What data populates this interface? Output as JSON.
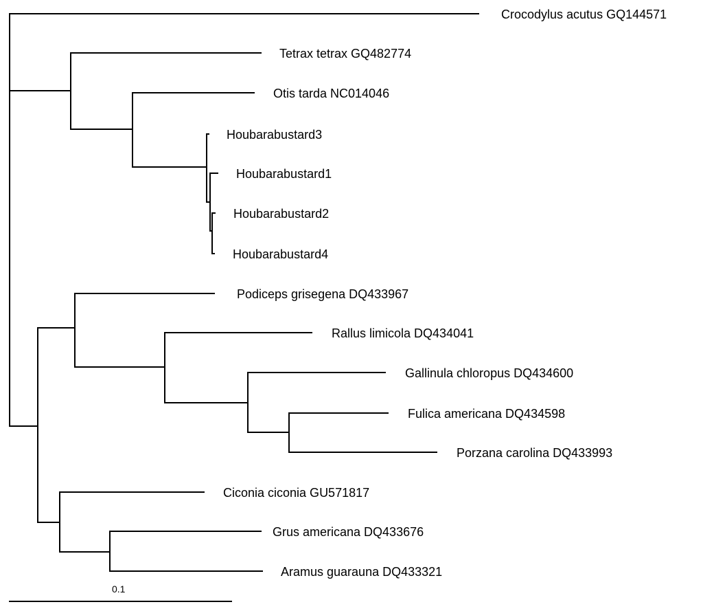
{
  "tree": {
    "taxa": [
      "Crocodylus acutus GQ144571",
      "Tetrax tetrax GQ482774",
      "Otis tarda NC014046",
      "Houbarabustard3",
      "Houbarabustard1",
      "Houbarabustard2",
      "Houbarabustard4",
      "Podiceps grisegena DQ433967",
      "Rallus limicola DQ434041",
      "Gallinula chloropus DQ434600",
      "Fulica americana DQ434598",
      "Porzana carolina DQ433993",
      "Ciconia ciconia GU571817",
      "Grus americana DQ433676",
      "Aramus guarauna DQ433321"
    ],
    "scale_bar_label": "0.1",
    "branch_color": "#000000"
  }
}
